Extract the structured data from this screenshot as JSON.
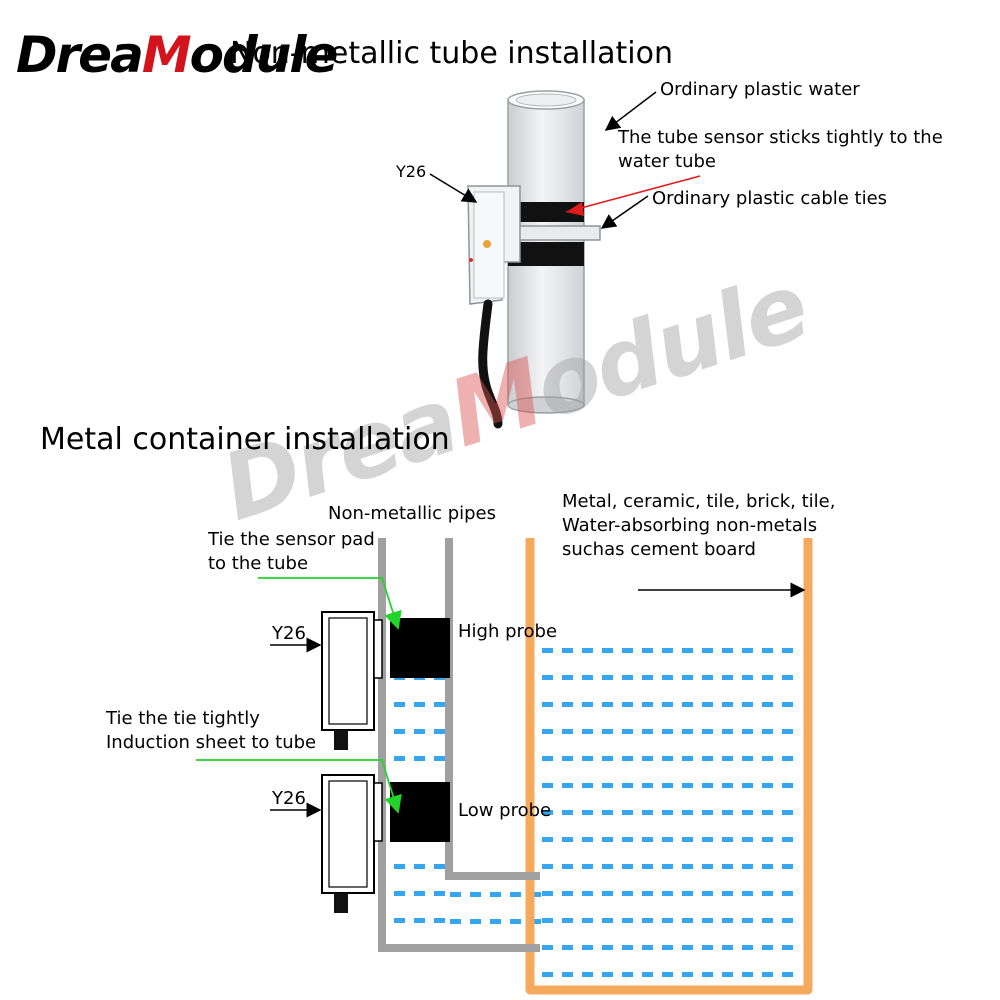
{
  "brand": {
    "logo_text_a": "Drea",
    "logo_text_m": "M",
    "logo_text_b": "odule",
    "red": "#d4141c"
  },
  "top_section": {
    "title": "Non-metallic tube installation",
    "labels": {
      "y26": "Y26",
      "plastic_water": "Ordinary plastic water",
      "sticks_line1": "The tube sensor sticks tightly to the",
      "sticks_line2": "water tube",
      "cable_ties": "Ordinary plastic cable ties"
    }
  },
  "bottom_section": {
    "title": "Metal container installation",
    "labels": {
      "non_metallic_pipes": "Non-metallic pipes",
      "tie_pad_line1": "Tie the sensor pad",
      "tie_pad_line2": "to the tube",
      "y26_high": "Y26",
      "high_probe": "High probe",
      "tie_tight_line1": "Tie the tie tightly",
      "tie_tight_line2": "Induction sheet to tube",
      "y26_low": "Y26",
      "low_probe": "Low probe",
      "metal_line1": "Metal, ceramic, tile, brick, tile,",
      "metal_line2": "Water-absorbing non-metals",
      "metal_line3": "suchas cement board"
    }
  },
  "colors": {
    "container_orange": "#f5a95c",
    "water_blue": "#37a6f0",
    "pipe_gray": "#a0a0a0",
    "arrow_green": "#22d42a",
    "arrow_red": "#e21b1b"
  }
}
